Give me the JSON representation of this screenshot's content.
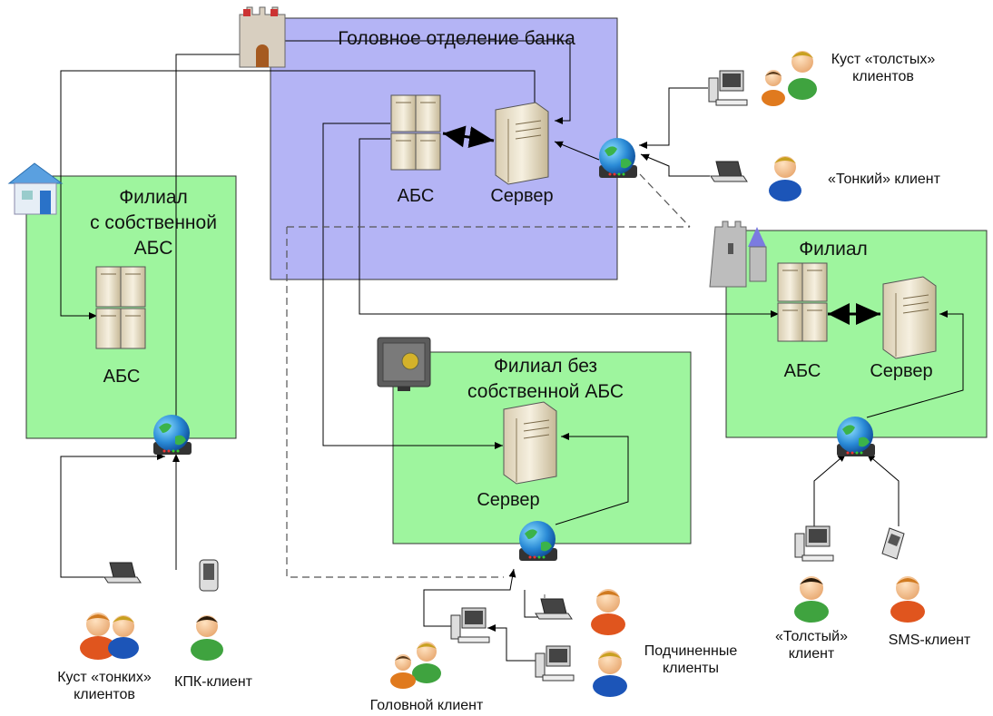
{
  "zones": {
    "head_office": "Головное отделение банка",
    "branch_own": "Филиал\nс собственной\nАБС",
    "branch": "Филиал",
    "branch_no_abs": "Филиал без\nсобственной АБС"
  },
  "nodes": {
    "abs_head": "АБС",
    "server_head": "Сервер",
    "abs_branch_own": "АБС",
    "abs_branch": "АБС",
    "server_branch": "Сервер",
    "server_no_abs": "Сервер"
  },
  "clients": {
    "fat_cluster": "Куст «толстых»\nклиентов",
    "thin_client": "«Тонкий» клиент",
    "thin_cluster": "Куст «тонких»\nклиентов",
    "kpk_client": "КПК-клиент",
    "head_client": "Головной клиент",
    "sub_clients": "Подчиненные\nклиенты",
    "fat_client": "«Толстый»\nклиент",
    "sms_client": "SMS-клиент"
  },
  "colors": {
    "head_zone_fill": "#b4b4f5",
    "branch_zone_fill": "#9ef59e",
    "zone_border": "#333333"
  }
}
